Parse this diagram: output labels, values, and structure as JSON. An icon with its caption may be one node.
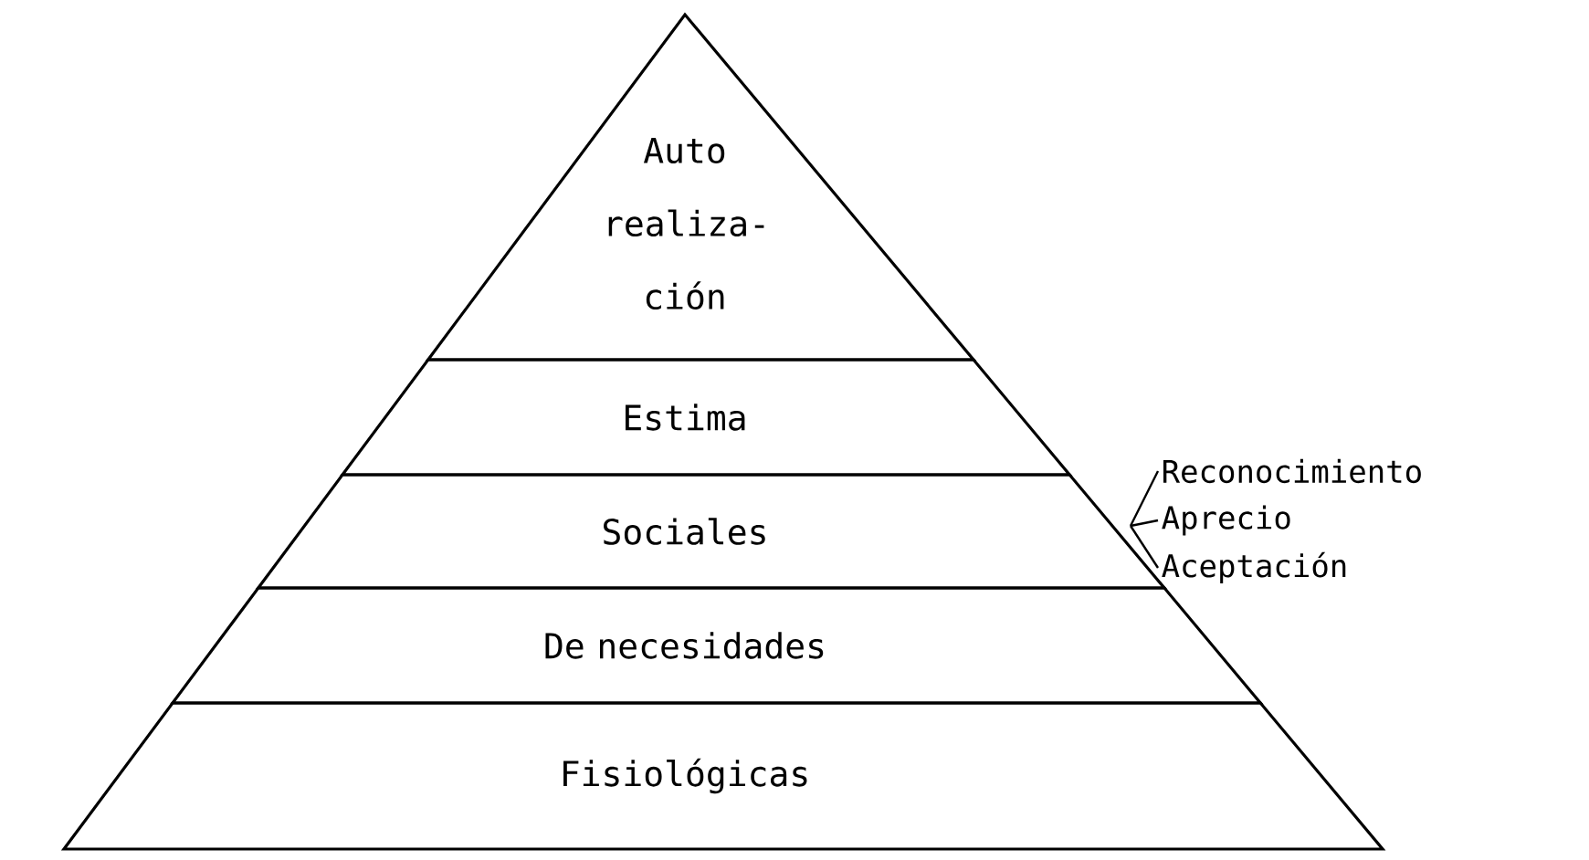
{
  "diagram": {
    "nodes": [
      {
        "text": [
          "Auto realiza- ción"
        ]
      },
      {
        "text": [
          "Estima"
        ]
      },
      {
        "text": [
          "Sociales"
        ]
      },
      {
        "text": [
          "De necesidades"
        ]
      },
      {
        "text": [
          "Fisiológicas"
        ]
      },
      {
        "text": [
          "Reconocimiento"
        ]
      },
      {
        "text": [
          "Aprecio"
        ]
      },
      {
        "text": [
          "Aceptación"
        ]
      }
    ],
    "edges": [
      {
        "from": 5,
        "to": 2,
        "arrow": "none"
      },
      {
        "from": 6,
        "to": 2,
        "arrow": "none"
      },
      {
        "from": 7,
        "to": 2,
        "arrow": "none"
      }
    ]
  }
}
